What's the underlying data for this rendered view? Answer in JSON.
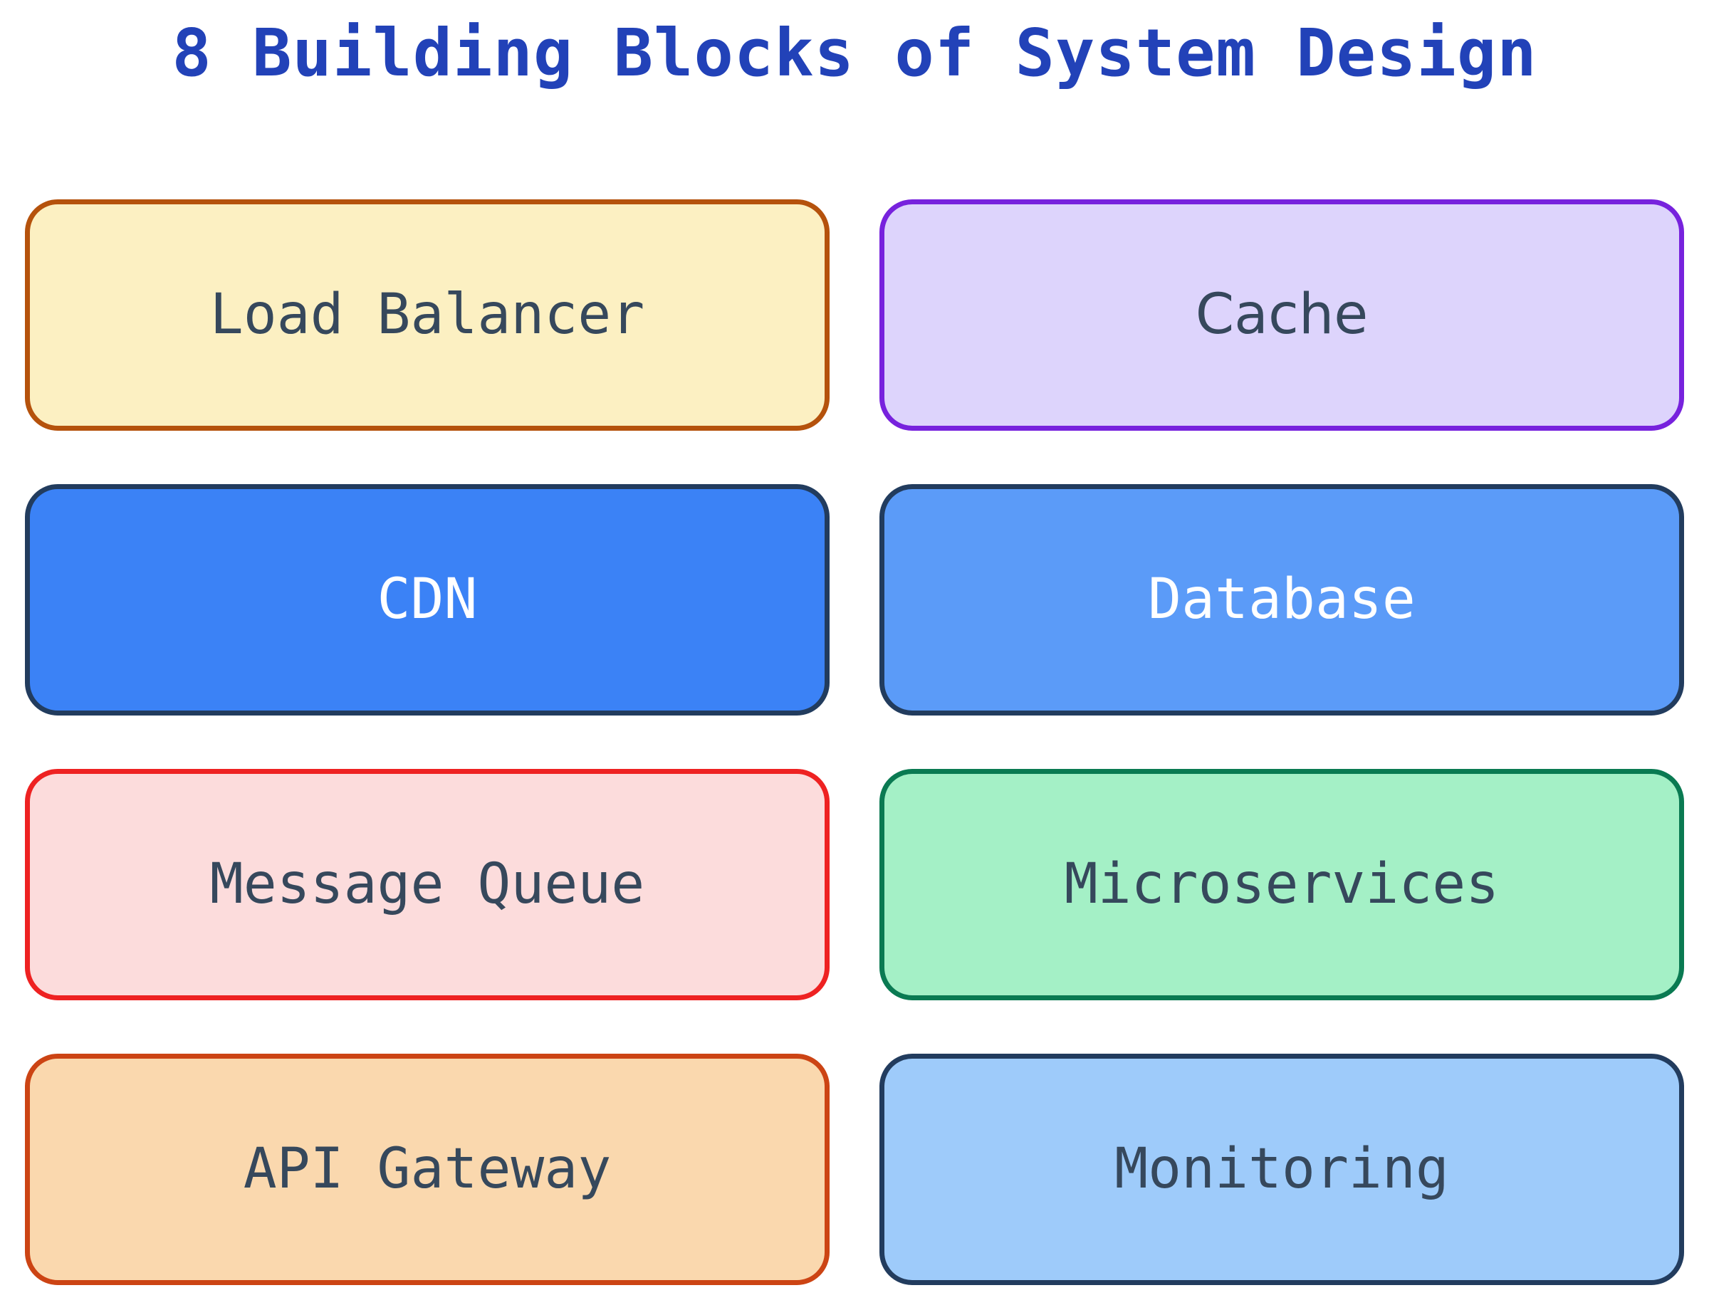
{
  "title": "8 Building Blocks of System Design",
  "title_color": "#2242b8",
  "background_color": "#ffffff",
  "blocks": [
    {
      "id": "load-balancer",
      "label": "Load Balancer",
      "fill": "#fcf0c2",
      "border": "#b5520c",
      "text_color": "#36485c",
      "font": "mono",
      "column": "left",
      "row": 1
    },
    {
      "id": "cache",
      "label": "Cache",
      "fill": "#ddd4fc",
      "border": "#7722dd",
      "text_color": "#36485c",
      "font": "sans-fallback",
      "column": "right",
      "row": 1
    },
    {
      "id": "cdn",
      "label": "CDN",
      "fill": "#3b82f6",
      "border": "#223c5e",
      "text_color": "#ffffff",
      "font": "mono",
      "column": "left",
      "row": 2
    },
    {
      "id": "database",
      "label": "Database",
      "fill": "#5b9bf8",
      "border": "#223c5e",
      "text_color": "#ffffff",
      "font": "mono",
      "column": "right",
      "row": 2
    },
    {
      "id": "message-queue",
      "label": "Message Queue",
      "fill": "#fcdcdc",
      "border": "#ee2222",
      "text_color": "#36485c",
      "font": "mono",
      "column": "left",
      "row": 3
    },
    {
      "id": "microservices",
      "label": "Microservices",
      "fill": "#a4f0c6",
      "border": "#0a7a52",
      "text_color": "#36485c",
      "font": "mono",
      "column": "right",
      "row": 3
    },
    {
      "id": "api-gateway",
      "label": "API Gateway",
      "fill": "#fad8ae",
      "border": "#cc4414",
      "text_color": "#36485c",
      "font": "mono",
      "column": "left",
      "row": 4
    },
    {
      "id": "monitoring",
      "label": "Monitoring",
      "fill": "#9ecbfa",
      "border": "#223c5e",
      "text_color": "#36485c",
      "font": "mono",
      "column": "right",
      "row": 4
    }
  ]
}
